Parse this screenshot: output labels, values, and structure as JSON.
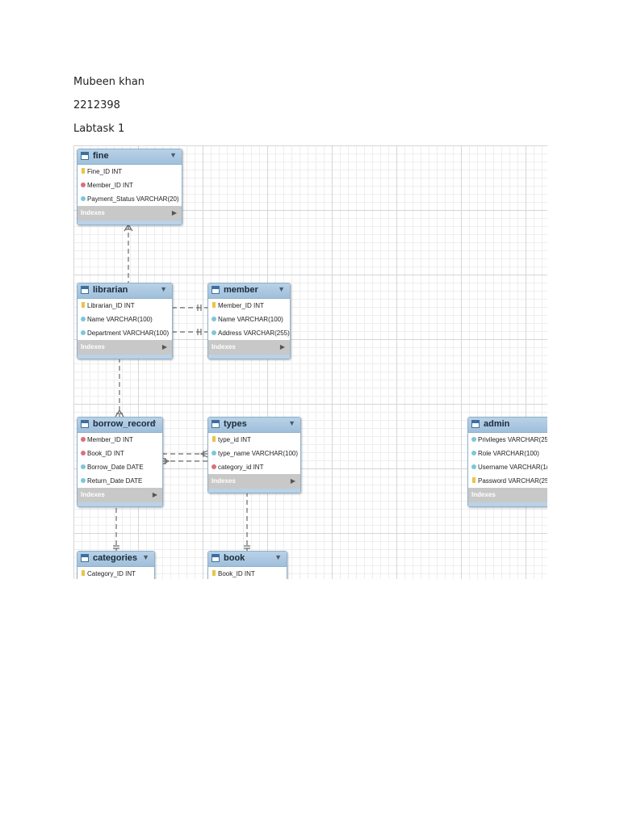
{
  "document": {
    "name": "Mubeen khan",
    "id": "2212398",
    "task": "Labtask 1"
  },
  "tables": {
    "fine": {
      "name": "fine",
      "columns": [
        {
          "text": "Fine_ID INT",
          "icon": "key-icon"
        },
        {
          "text": "Member_ID INT",
          "icon": "foreign-key-icon"
        },
        {
          "text": "Payment_Status VARCHAR(20)",
          "icon": "attribute-icon"
        }
      ],
      "indexes_label": "Indexes"
    },
    "librarian": {
      "name": "librarian",
      "columns": [
        {
          "text": "Librarian_ID INT",
          "icon": "key-icon"
        },
        {
          "text": "Name VARCHAR(100)",
          "icon": "attribute-icon"
        },
        {
          "text": "Department VARCHAR(100)",
          "icon": "attribute-icon"
        }
      ],
      "indexes_label": "Indexes"
    },
    "member": {
      "name": "member",
      "columns": [
        {
          "text": "Member_ID INT",
          "icon": "key-icon"
        },
        {
          "text": "Name VARCHAR(100)",
          "icon": "attribute-icon"
        },
        {
          "text": "Address VARCHAR(255)",
          "icon": "attribute-icon"
        }
      ],
      "indexes_label": "Indexes"
    },
    "borrow_record": {
      "name": "borrow_record",
      "columns": [
        {
          "text": "Member_ID INT",
          "icon": "foreign-key-icon"
        },
        {
          "text": "Book_ID INT",
          "icon": "foreign-key-icon"
        },
        {
          "text": "Borrow_Date DATE",
          "icon": "attribute-icon"
        },
        {
          "text": "Return_Date DATE",
          "icon": "attribute-icon"
        }
      ],
      "indexes_label": "Indexes"
    },
    "types": {
      "name": "types",
      "columns": [
        {
          "text": "type_id INT",
          "icon": "key-icon"
        },
        {
          "text": "type_name VARCHAR(100)",
          "icon": "attribute-icon"
        },
        {
          "text": "category_id INT",
          "icon": "foreign-key-icon"
        }
      ],
      "indexes_label": "Indexes"
    },
    "admin": {
      "name": "admin",
      "columns": [
        {
          "text": "Privileges VARCHAR(25",
          "icon": "attribute-icon"
        },
        {
          "text": "Role VARCHAR(100)",
          "icon": "attribute-icon"
        },
        {
          "text": "Username VARCHAR(1(",
          "icon": "attribute-icon"
        },
        {
          "text": "Password VARCHAR(25",
          "icon": "key-icon"
        }
      ],
      "indexes_label": "Indexes"
    },
    "categories": {
      "name": "categories",
      "columns": [
        {
          "text": "Category_ID INT",
          "icon": "key-icon"
        }
      ]
    },
    "book": {
      "name": "book",
      "columns": [
        {
          "text": "Book_ID INT",
          "icon": "key-icon"
        }
      ]
    }
  },
  "colors": {
    "header": "#9fbfdb",
    "border": "#8fb0cc",
    "indexes_bar": "#c8c8c8",
    "key": "#e8c548",
    "foreign_key": "#d9707a",
    "attribute": "#7ec6d8",
    "relation_line": "#6a6a6a"
  }
}
